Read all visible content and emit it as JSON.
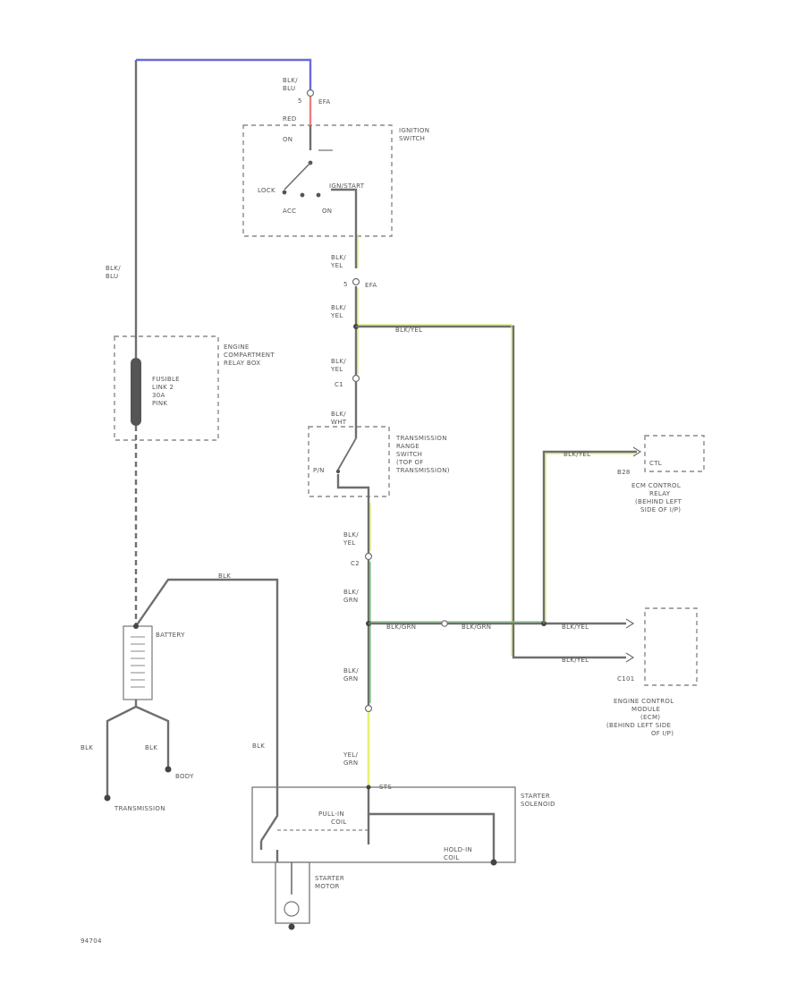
{
  "colors": {
    "background": "#ffffff",
    "wire_black": "#6f6f6f",
    "wire_blue": "#6a6adc",
    "wire_red": "#ef7d7d",
    "wire_yellow": "#d8e86a",
    "wire_green": "#7fc27f",
    "dashed_box": "#999999"
  },
  "labels": {
    "blk_blu_top": [
      "BLK/",
      "BLU"
    ],
    "ign_fuse_top_5": "5",
    "ign_fuse_top_e": "EFA",
    "red": "RED",
    "on": "ON",
    "ign_switch": [
      "IGNITION",
      "SWITCH"
    ],
    "lock": "LOCK",
    "start": "IGN/START",
    "acc": "ACC",
    "on2": "ON",
    "blk_blu_left": [
      "BLK/",
      "BLU"
    ],
    "ecr_box": [
      "ENGINE",
      "COMPARTMENT",
      "RELAY BOX"
    ],
    "fusible_link": [
      "FUSIBLE",
      "LINK 2",
      "30A",
      "PINK"
    ],
    "blk_yel_1": [
      "BLK/",
      "YEL"
    ],
    "fuse_5": "5",
    "fuse_e": "EFA",
    "blk_yel_2": [
      "BLK/",
      "YEL"
    ],
    "blk_yel_wire_1": "BLK/YEL",
    "blk_yel_3": [
      "BLK/",
      "YEL"
    ],
    "conn_c1": "C1",
    "blk_wht": [
      "BLK/",
      "WHT"
    ],
    "trs": [
      "TRANSMISSION",
      "RANGE",
      "SWITCH",
      "(TOP OF",
      "TRANSMISSION)"
    ],
    "pn": "P/N",
    "blk_yel_4": [
      "BLK/",
      "YEL"
    ],
    "conn_c2": "C2",
    "blk_grn_1": [
      "BLK/",
      "GRN"
    ],
    "blk_grn_wire_1": "BLK/GRN",
    "blk_grn_wire_2": "BLK/GRN",
    "blk_yel_wire_2": "BLK/YEL",
    "blk_yel_wire_3": "BLK/YEL",
    "blk_yel_wire_4": "BLK/YEL",
    "ctl": "CTL",
    "ecm_relay": [
      "ECM CONTROL",
      "RELAY",
      "(BEHIND LEFT",
      "SIDE OF I/P)"
    ],
    "b28": "B28",
    "ecm_conn": "C101",
    "ecm": [
      "ENGINE CONTROL",
      "MODULE",
      "(ECM)",
      "(BEHIND LEFT SIDE",
      "OF I/P)"
    ],
    "blk_top_bat": "BLK",
    "battery": "BATTERY",
    "blk_grn_2": [
      "BLK/",
      "GRN"
    ],
    "yel_grn": [
      "YEL/",
      "GRN"
    ],
    "blk_a": "BLK",
    "blk_b": "BLK",
    "blk_c": "BLK",
    "body": "BODY",
    "transmission": "TRANSMISSION",
    "sts": "STS",
    "starter_solenoid": [
      "STARTER",
      "SOLENOID"
    ],
    "pull_in": [
      "PULL-IN",
      "COIL"
    ],
    "hold_in": [
      "HOLD-IN",
      "COIL"
    ],
    "starter_motor": [
      "STARTER",
      "MOTOR"
    ],
    "footnote": "94704"
  }
}
